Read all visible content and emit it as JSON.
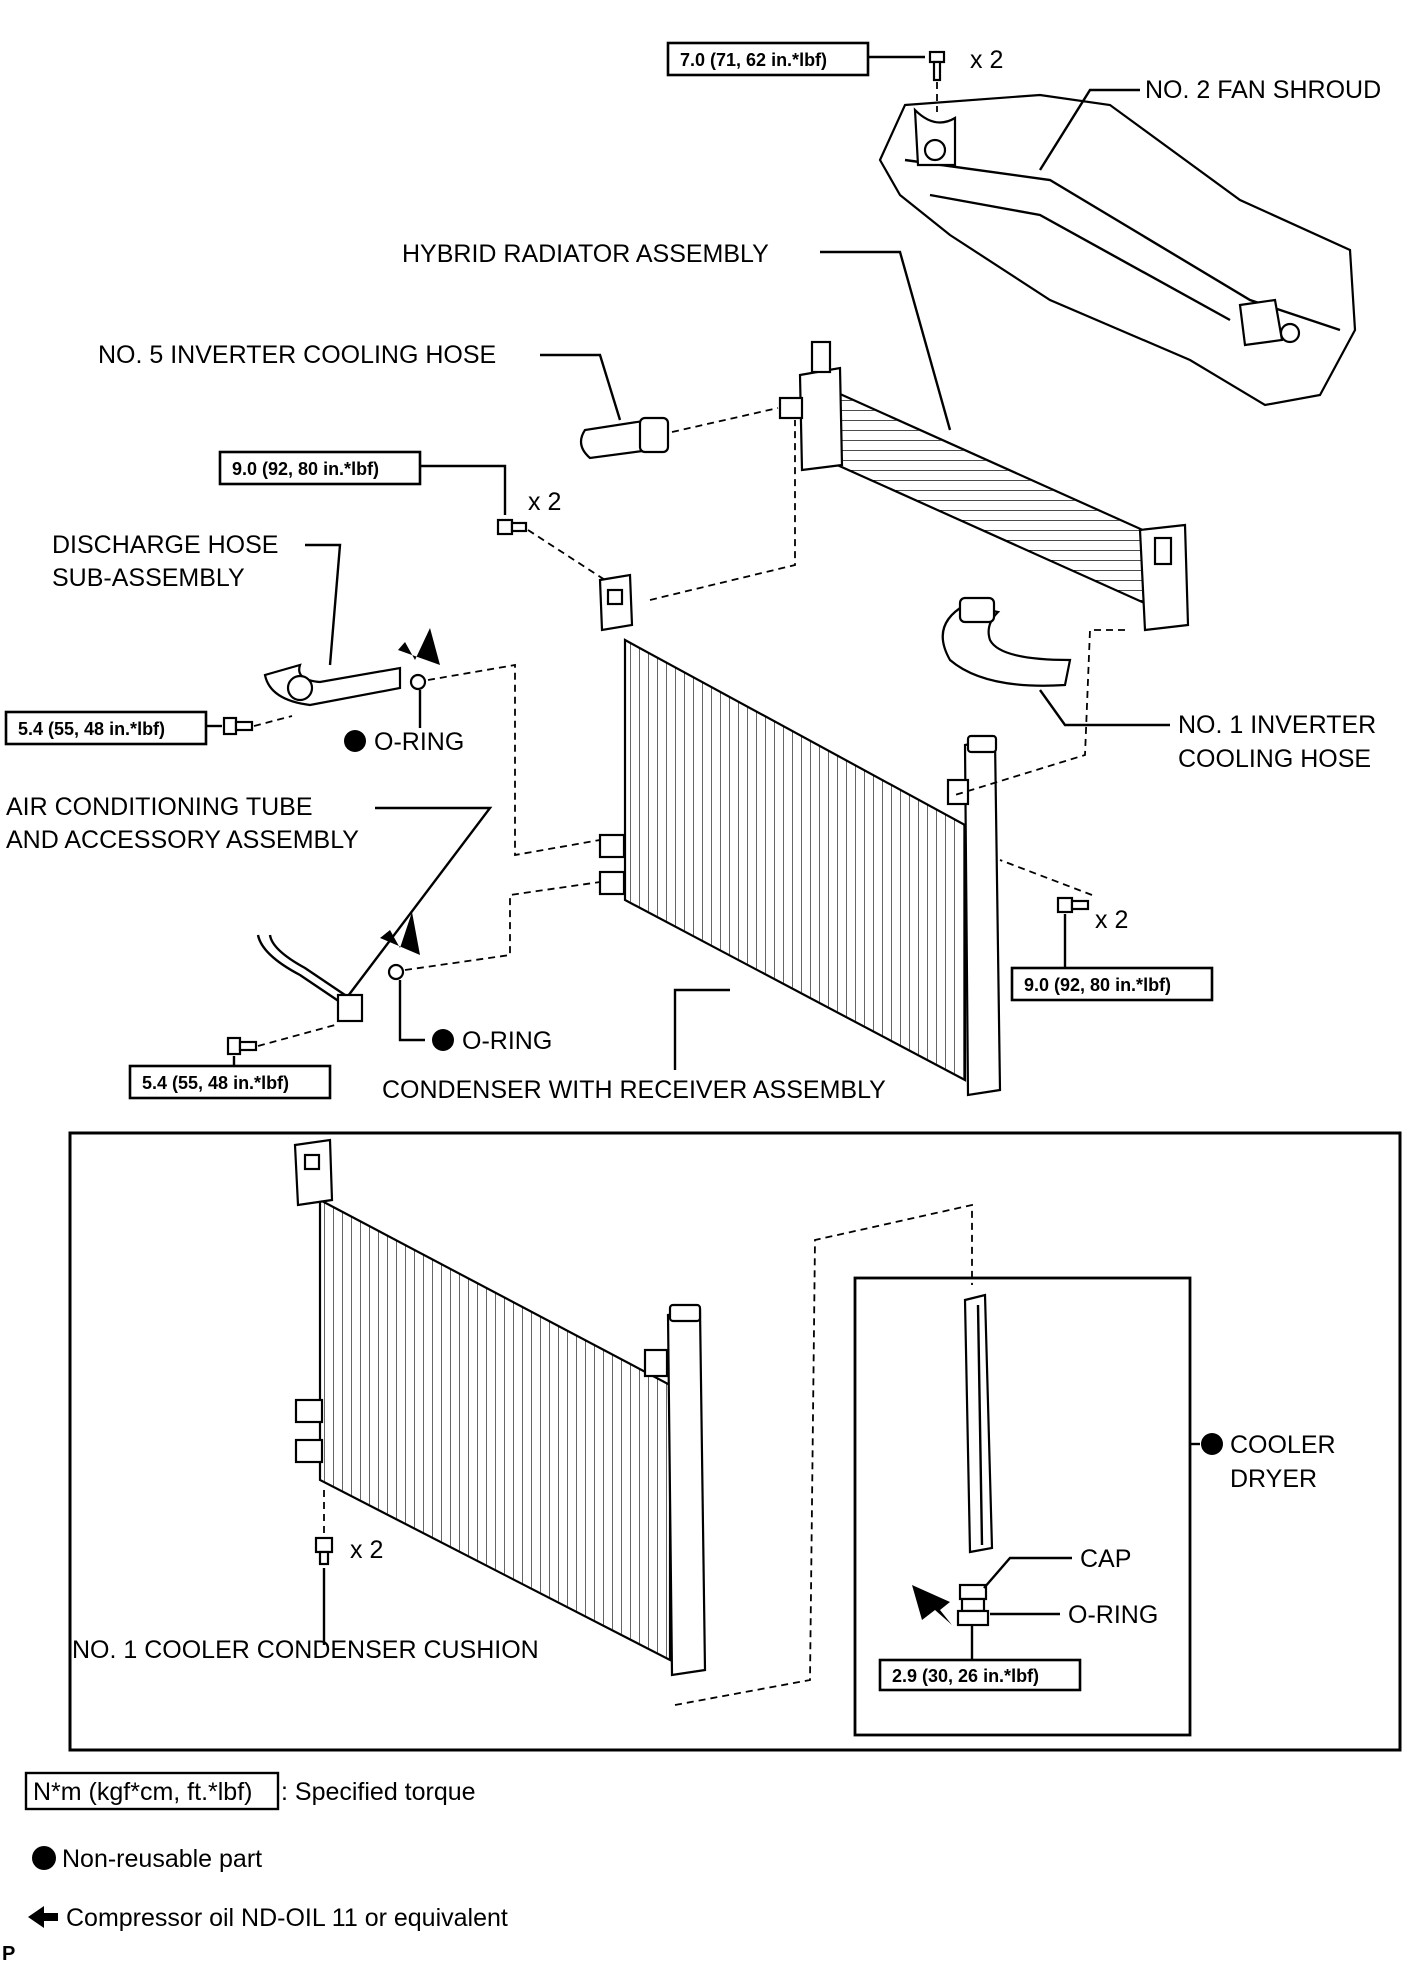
{
  "parts": {
    "fan_shroud": "NO. 2 FAN SHROUD",
    "hybrid_radiator": "HYBRID RADIATOR ASSEMBLY",
    "inverter_hose_5": "NO. 5 INVERTER COOLING HOSE",
    "discharge_hose_line1": "DISCHARGE HOSE",
    "discharge_hose_line2": "SUB-ASSEMBLY",
    "inverter_hose_1_line1": "NO. 1 INVERTER",
    "inverter_hose_1_line2": "COOLING HOSE",
    "ac_tube_line1": "AIR CONDITIONING TUBE",
    "ac_tube_line2": "AND ACCESSORY ASSEMBLY",
    "o_ring_upper": "O-RING",
    "o_ring_lower": "O-RING",
    "condenser": "CONDENSER WITH RECEIVER ASSEMBLY",
    "cushion": "NO. 1 COOLER CONDENSER CUSHION",
    "cooler_dryer_line1": "COOLER",
    "cooler_dryer_line2": "DRYER",
    "cap": "CAP",
    "o_ring_dryer": "O-RING"
  },
  "torques": {
    "fan_shroud_bolt": "7.0 (71, 62 in.*lbf)",
    "radiator_bolt": "9.0 (92, 80 in.*lbf)",
    "discharge_bolt": "5.4 (55, 48 in.*lbf)",
    "condenser_bolt": "9.0 (92, 80 in.*lbf)",
    "ac_tube_bolt": "5.4 (55, 48 in.*lbf)",
    "dryer_plug": "2.9 (30, 26 in.*lbf)"
  },
  "quantities": {
    "fan_shroud_bolt": "x 2",
    "radiator_bolt": "x 2",
    "condenser_bolt": "x 2",
    "cushion": "x 2"
  },
  "legend": {
    "torque_box": "N*m (kgf*cm, ft.*lbf)",
    "torque_text": ": Specified torque",
    "non_reusable": "Non-reusable part",
    "oil": "Compressor oil ND-OIL 11 or equivalent"
  },
  "footer_code": "P"
}
